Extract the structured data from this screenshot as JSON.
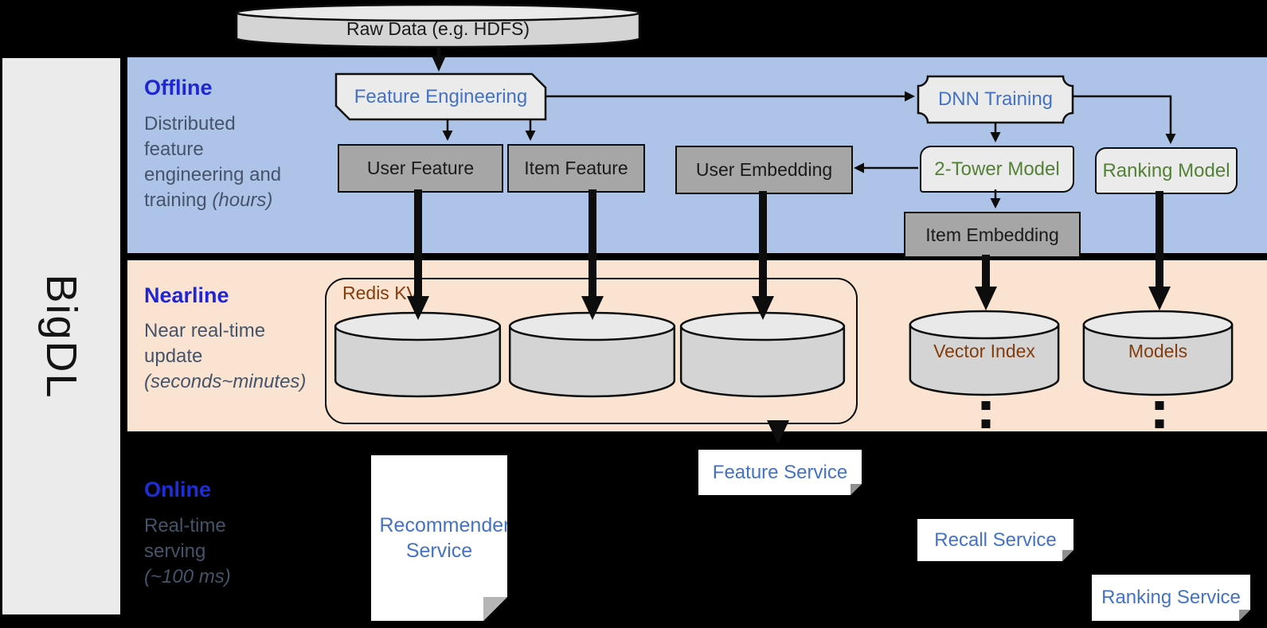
{
  "brand": "BigDL",
  "source_label": "Raw Data (e.g. HDFS)",
  "sections": {
    "offline": {
      "title": "Offline",
      "desc": "Distributed feature engineering and training",
      "desc_note": "(hours)"
    },
    "nearline": {
      "title": "Nearline",
      "desc": "Near real-time update",
      "desc_note": "(seconds~minutes)"
    },
    "online": {
      "title": "Online",
      "desc": "Real-time serving",
      "desc_note": "(~100 ms)"
    }
  },
  "nodes": {
    "feature_engineering": "Feature Engineering",
    "user_feature": "User Feature",
    "item_feature": "Item Feature",
    "user_embedding": "User Embedding",
    "dnn_training": "DNN Training",
    "two_tower_model": "2-Tower Model",
    "ranking_model": "Ranking Model",
    "item_embedding": "Item Embedding",
    "redis_kv": "Redis KV",
    "vector_index": "Vector Index",
    "models": "Models",
    "recommender_service": "Recommender Service",
    "feature_service": "Feature Service",
    "recall_service": "Recall Service",
    "ranking_service": "Ranking Service"
  },
  "colors": {
    "background": "#000000",
    "offline_band": "#aec3e8",
    "nearline_band": "#fbe3d1",
    "sidebar": "#ebebeb",
    "gray_box": "#a6a6a6",
    "light_shape": "#ebebeb",
    "heading_blue": "#2026d6",
    "desc_gray": "#44546a",
    "node_blue": "#4472c4",
    "node_green": "#538135",
    "node_brown": "#843c0c",
    "cylinder_body": "#d4d4d4",
    "cylinder_top": "#e9e9e9"
  }
}
